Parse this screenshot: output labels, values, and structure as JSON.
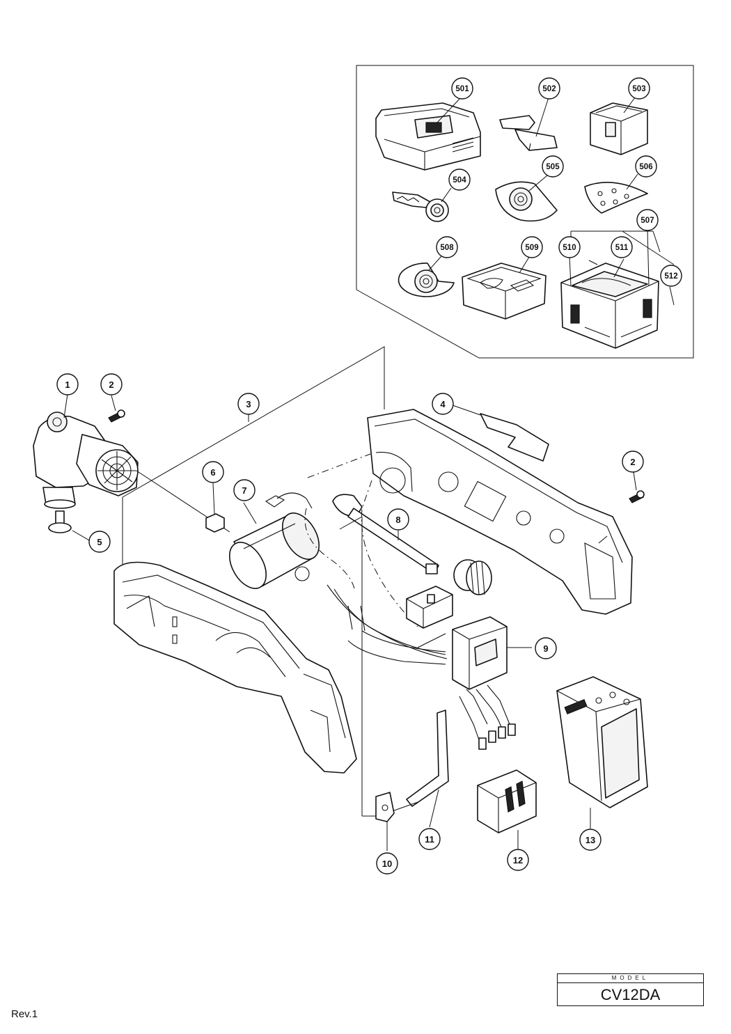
{
  "callouts": {
    "c1": "1",
    "c2a": "2",
    "c2b": "2",
    "c3": "3",
    "c4": "4",
    "c5": "5",
    "c6": "6",
    "c7": "7",
    "c8": "8",
    "c9": "9",
    "c10": "10",
    "c11": "11",
    "c12": "12",
    "c13": "13",
    "c501": "501",
    "c502": "502",
    "c503": "503",
    "c504": "504",
    "c505": "505",
    "c506": "506",
    "c507": "507",
    "c508": "508",
    "c509": "509",
    "c510": "510",
    "c511": "511",
    "c512": "512"
  },
  "title_block": {
    "model_label": "MODEL",
    "model_name": "CV12DA"
  },
  "revision": "Rev.1"
}
